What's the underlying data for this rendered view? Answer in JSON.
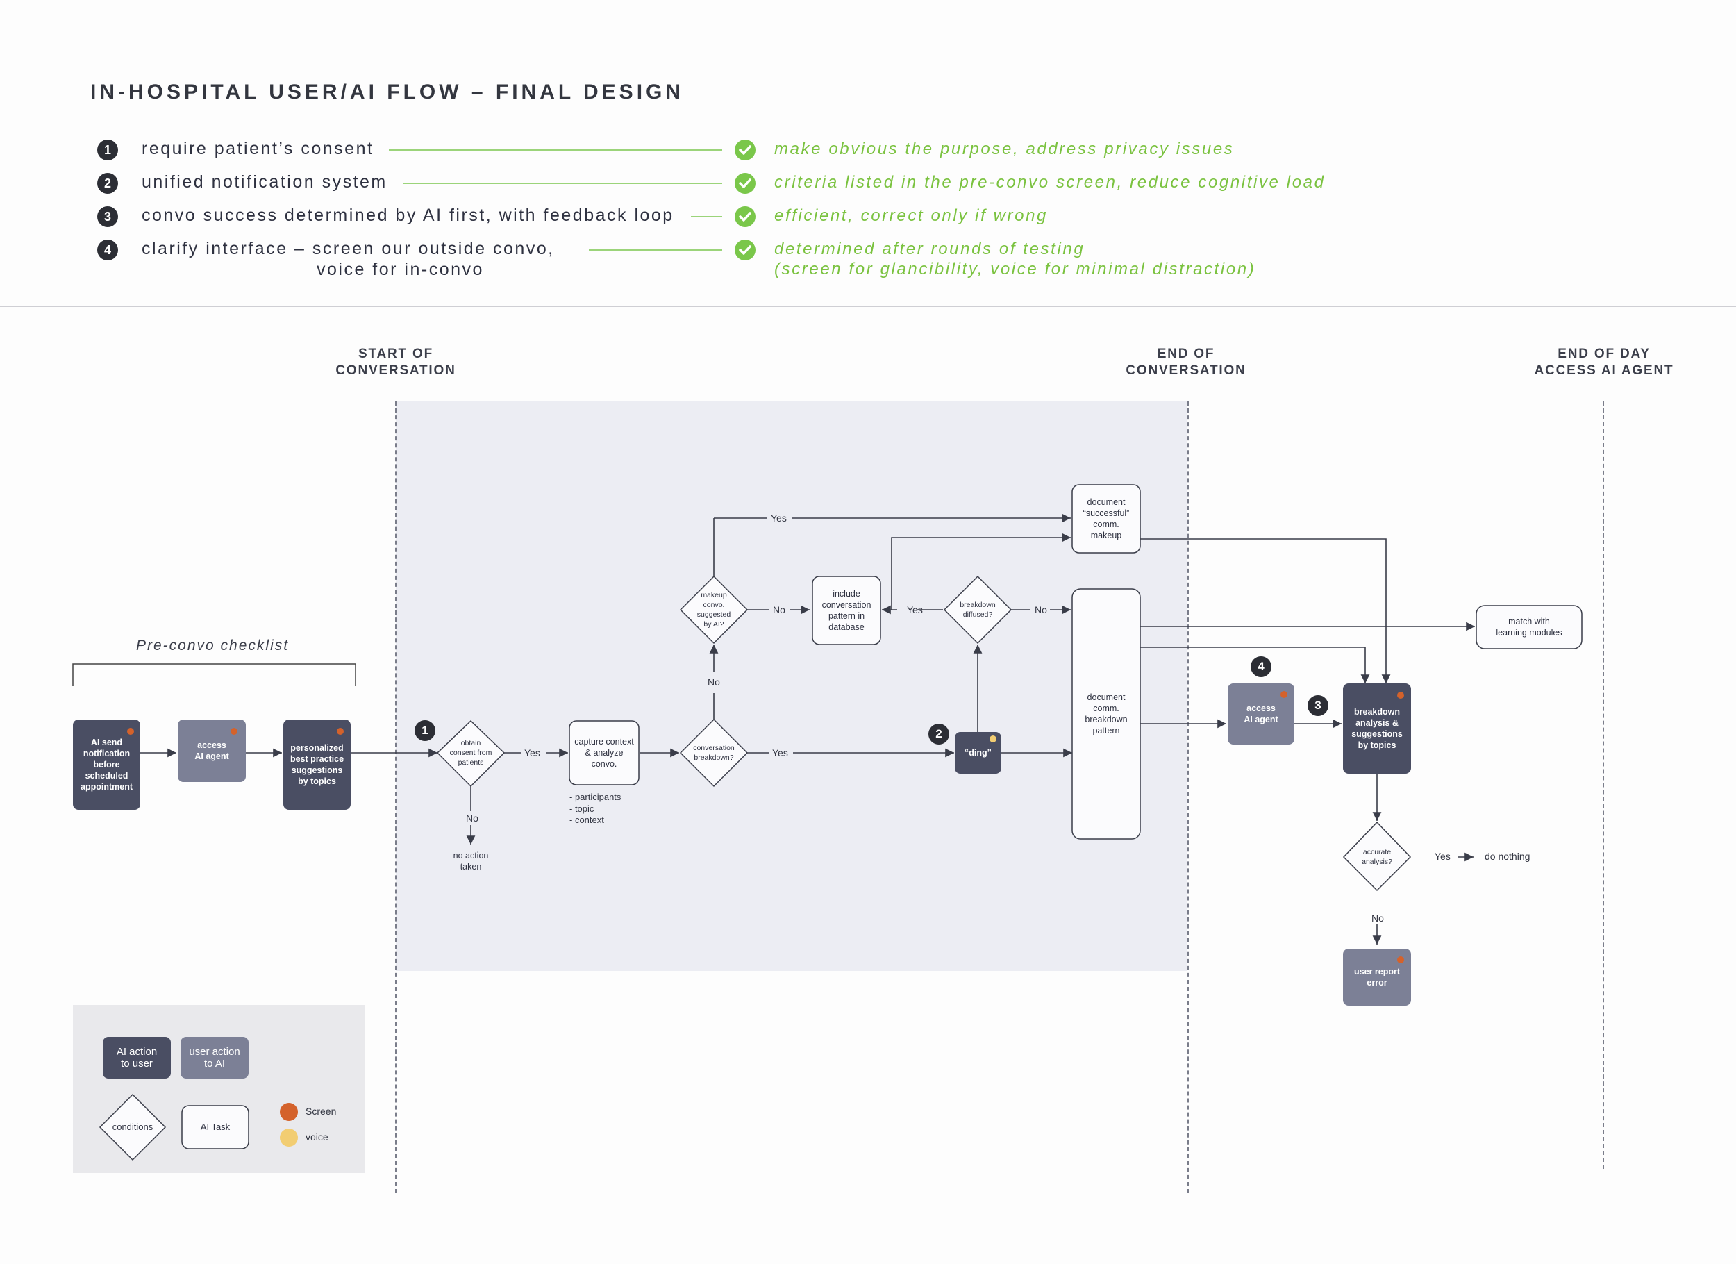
{
  "title": "IN-HOSPITAL USER/AI FLOW – FINAL DESIGN",
  "principles": [
    {
      "num": "1",
      "text": "require patient’s consent",
      "result": "make obvious the purpose, address privacy issues"
    },
    {
      "num": "2",
      "text": "unified notification system",
      "result": "criteria listed in the pre-convo screen, reduce cognitive load"
    },
    {
      "num": "3",
      "text": "convo success determined by AI first, with feedback loop",
      "result": "efficient, correct only if wrong"
    },
    {
      "num": "4",
      "text": "clarify interface – screen our outside convo,",
      "text2": "voice for in-convo",
      "result": "determined after rounds of testing",
      "result2": "(screen for glancibility, voice for minimal distraction)"
    }
  ],
  "phases": {
    "start": "START OF\nCONVERSATION",
    "end": "END OF\nCONVERSATION",
    "day": "END OF DAY\nACCESS AI AGENT"
  },
  "checklist_label": "Pre-convo checklist",
  "nodes": {
    "ai_send": "AI send\nnotification\nbefore\nscheduled\nappointment",
    "access_1": "access\nAI agent",
    "personalized": "personalized\nbest practice\nsuggestions\nby topics",
    "obtain": "obtain\nconsent from\npatients",
    "no_action": "no action\ntaken",
    "capture": "capture context\n& analyze\nconvo.",
    "capture_notes": "- participants\n- topic\n- context",
    "conv_breakdown": "conversation\nbreakdown?",
    "makeup": "makeup\nconvo.\nsuggested\nby AI?",
    "include": "include\nconversation\npattern in\ndatabase",
    "diffused": "breakdown\ndiffused?",
    "ding": "“ding”",
    "doc_success": "document\n“successful”\ncomm.\nmakeup",
    "doc_breakdown": "document\ncomm.\nbreakdown\npattern",
    "access_2": "access\nAI agent",
    "analysis": "breakdown\nanalysis &\nsuggestions\nby topics",
    "match": "match with\nlearning modules",
    "accurate": "accurate\nanalysis?",
    "do_nothing": "do nothing",
    "user_report": "user report\nerror"
  },
  "edge_labels": {
    "yes": "Yes",
    "no": "No"
  },
  "step_markers": [
    "1",
    "2",
    "3",
    "4"
  ],
  "legend": {
    "ai_action": "AI action\nto user",
    "user_action": "user action\nto AI",
    "conditions": "conditions",
    "ai_task": "AI Task",
    "screen": "Screen",
    "voice": "voice"
  },
  "colors": {
    "ai_action": "#4a4e63",
    "user_action": "#7c8096",
    "screen_dot": "#d4622b",
    "voice_dot": "#f2cd72",
    "accent_green": "#7ac23f"
  }
}
